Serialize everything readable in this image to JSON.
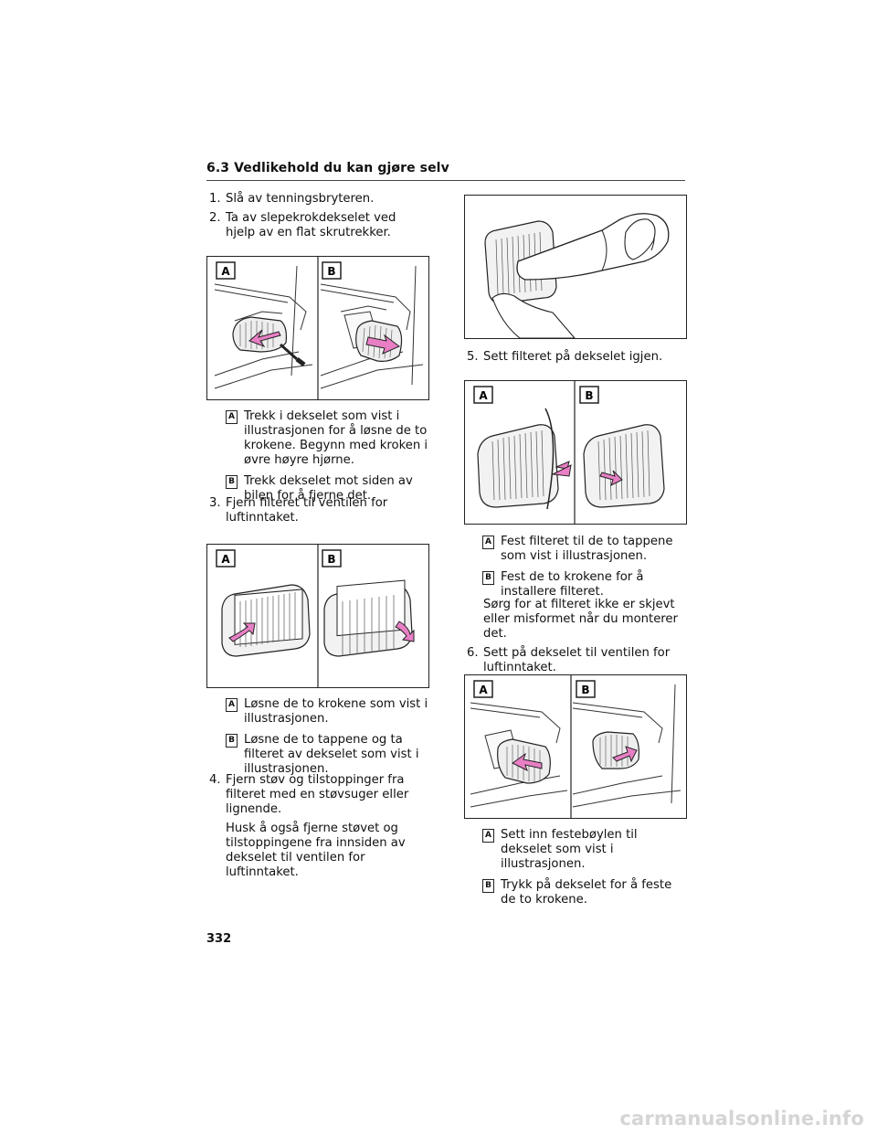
{
  "header": {
    "title": "6.3 Vedlikehold du kan gjøre selv"
  },
  "left": {
    "step1": {
      "num": "1.",
      "text": "Slå av tenningsbryteren."
    },
    "step2": {
      "num": "2.",
      "text": "Ta av slepekrokdekselet ved hjelp av en flat skrutrekker."
    },
    "fig1": {
      "label_a": "A",
      "label_b": "B"
    },
    "fig1_a": {
      "badge": "A",
      "text": "Trekk i dekselet som vist i illustrasjonen for å løsne de to krokene. Begynn med kroken i øvre høyre hjørne."
    },
    "fig1_b": {
      "badge": "B",
      "text": "Trekk dekselet mot siden av bilen for å fjerne det."
    },
    "step3": {
      "num": "3.",
      "text": "Fjern filteret til ventilen for luftinntaket."
    },
    "fig2": {
      "label_a": "A",
      "label_b": "B"
    },
    "fig2_a": {
      "badge": "A",
      "text": "Løsne de to krokene som vist i illustrasjonen."
    },
    "fig2_b": {
      "badge": "B",
      "text": "Løsne de to tappene og ta filteret av dekselet som vist i illustrasjonen."
    },
    "step4": {
      "num": "4.",
      "text": "Fjern støv og tilstoppinger fra filteret med en støvsuger eller lignende."
    },
    "step4_note": "Husk å også fjerne støvet og tilstoppingene fra innsiden av dekselet til ventilen for luftinntaket."
  },
  "right": {
    "step5": {
      "num": "5.",
      "text": "Sett filteret på dekselet igjen."
    },
    "fig4": {
      "label_a": "A",
      "label_b": "B"
    },
    "fig4_a": {
      "badge": "A",
      "text": "Fest filteret til de to tappene som vist i illustrasjonen."
    },
    "fig4_b": {
      "badge": "B",
      "text": "Fest de to krokene for å installere filteret."
    },
    "step5_note": "Sørg for at filteret ikke er skjevt eller misformet når du monterer det.",
    "step6": {
      "num": "6.",
      "text": "Sett på dekselet til ventilen for luftinntaket."
    },
    "fig5": {
      "label_a": "A",
      "label_b": "B"
    },
    "fig5_a": {
      "badge": "A",
      "text": "Sett inn festebøylen til dekselet som vist i illustrasjonen."
    },
    "fig5_b": {
      "badge": "B",
      "text": "Trykk på dekselet for å feste de to krokene."
    }
  },
  "page_number": "332",
  "footer": {
    "watermark": "carmanualsonline.info"
  },
  "colors": {
    "arrow": "#e87fc4",
    "line": "#222222",
    "watermark": "#d5d5d5"
  }
}
